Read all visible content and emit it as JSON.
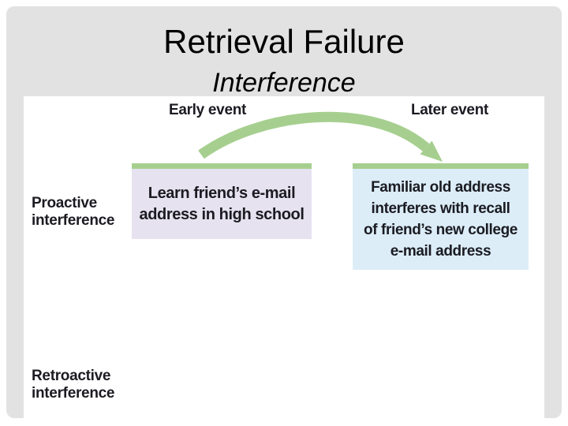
{
  "slide": {
    "title": "Retrieval Failure",
    "subtitle": "Interference"
  },
  "diagram": {
    "early_event_label": "Early event",
    "later_event_label": "Later event",
    "proactive": {
      "line1": "Proactive",
      "line2": "interference"
    },
    "retroactive": {
      "line1": "Retroactive",
      "line2": "interference"
    },
    "early_box": {
      "lines": [
        "Learn friend’s e-mail",
        "address in high school"
      ]
    },
    "later_box": {
      "lines": [
        "Familiar old address",
        "interferes with recall",
        "of friend’s new college",
        "e-mail address"
      ]
    },
    "arrow_icon": "curved-green-arrow-left-to-right"
  },
  "colors": {
    "page_background": "#ffffff",
    "slide_background": "#e2e2e2",
    "figure_background": "#ffffff",
    "accent_green": "#a6cf8f",
    "early_box_fill": "#e6e2ef",
    "later_box_fill": "#dcedf8",
    "figure_text": "#1b1b22",
    "title_text": "#000000"
  }
}
